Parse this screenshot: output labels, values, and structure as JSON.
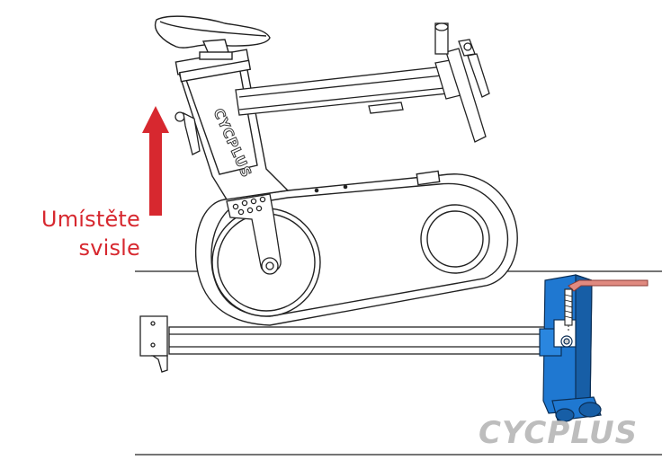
{
  "instruction": {
    "line1": "Umístěte",
    "line2": "svisle"
  },
  "frame_brand": "CYCPLUS",
  "watermark": "CYCPLUS",
  "colors": {
    "arrow": "#d7282f",
    "bracket": "#1f78d1",
    "wrench": "#e08a80",
    "line": "#222222"
  },
  "icons": {
    "arrow": "up-arrow-icon"
  }
}
